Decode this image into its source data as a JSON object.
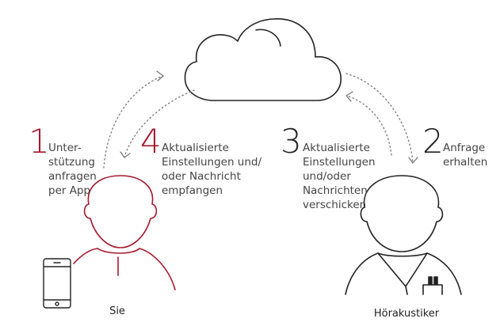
{
  "colors": {
    "accent": "#a6192e",
    "line": "#222222",
    "text": "#444444"
  },
  "steps": [
    {
      "number": "1",
      "lines": [
        "Unter-",
        "stützung",
        "anfragen",
        "per App"
      ],
      "color": "#a6192e"
    },
    {
      "number": "2",
      "lines": [
        "Anfrage",
        "erhalten"
      ],
      "color": "#222222"
    },
    {
      "number": "3",
      "lines": [
        "Aktualisierte",
        "Einstellungen",
        "und/oder",
        "Nachrichten",
        "verschicken"
      ],
      "color": "#222222"
    },
    {
      "number": "4",
      "lines": [
        "Aktualisierte",
        "Einstellungen und/",
        "oder Nachricht",
        "empfangen"
      ],
      "color": "#a6192e"
    }
  ],
  "labels": {
    "user": "Sie",
    "professional": "Hörakustiker"
  },
  "icons": [
    "cloud-icon",
    "user-icon",
    "smartphone-icon",
    "hearing-professional-icon",
    "dotted-arrow-icon"
  ]
}
